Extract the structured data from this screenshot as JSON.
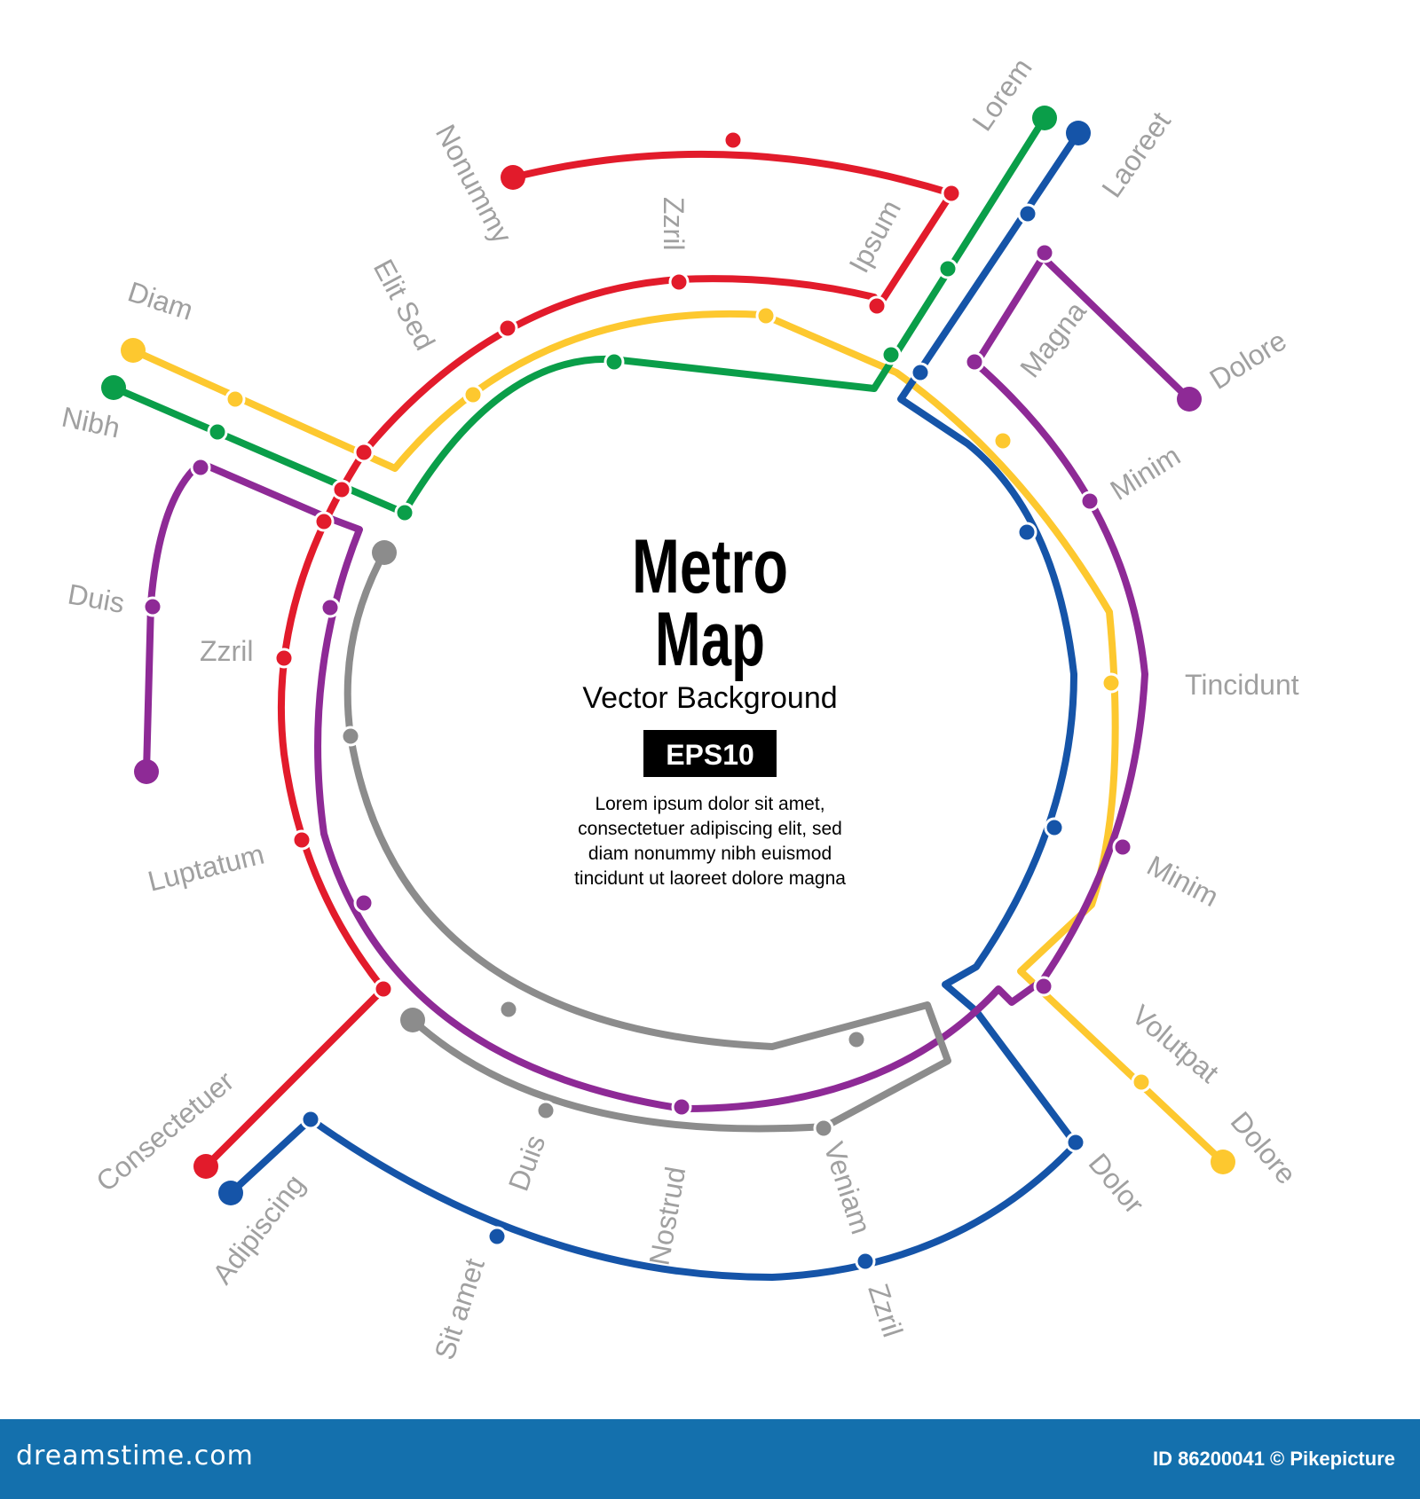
{
  "title_line1": "Metro",
  "title_line2": "Map",
  "subtitle": "Vector Background",
  "badge": "EPS10",
  "description": [
    "Lorem ipsum dolor sit amet,",
    "consectetuer adipiscing elit, sed",
    "diam nonummy nibh euismod",
    "tincidunt ut laoreet dolore magna"
  ],
  "stations": {
    "nonummy": "Nonummy",
    "lorem": "Lorem",
    "laoreet": "Laoreet",
    "zzril_top": "Zzril",
    "ipsum": "Ipsum",
    "elit_sed": "Elit Sed",
    "diam": "Diam",
    "nibh": "Nibh",
    "magna": "Magna",
    "dolore_top": "Dolore",
    "minim_top": "Minim",
    "duis_left": "Duis",
    "zzril_left": "Zzril",
    "tincidunt": "Tincidunt",
    "luptatum": "Luptatum",
    "minim_bottom": "Minim",
    "volutpat": "Volutpat",
    "dolore_bottom": "Dolore",
    "consectetuer": "Consectetuer",
    "adipiscing": "Adipiscing",
    "duis_bottom": "Duis",
    "nostrud": "Nostrud",
    "veniam": "Veniam",
    "dolor": "Dolor",
    "sit_amet": "Sit amet",
    "zzril_bottom": "Zzril"
  },
  "footer": {
    "logo": "dreamstime.com",
    "id_text": "ID 86200041 © Pikepicture"
  },
  "colors": {
    "red": "#e21b2b",
    "yellow": "#fdc82f",
    "green": "#0a9e49",
    "blue": "#1554a8",
    "purple": "#8e2a96",
    "gray": "#8c8c8c",
    "label": "#a0a0a0",
    "footer_bg": "#1470ad"
  }
}
